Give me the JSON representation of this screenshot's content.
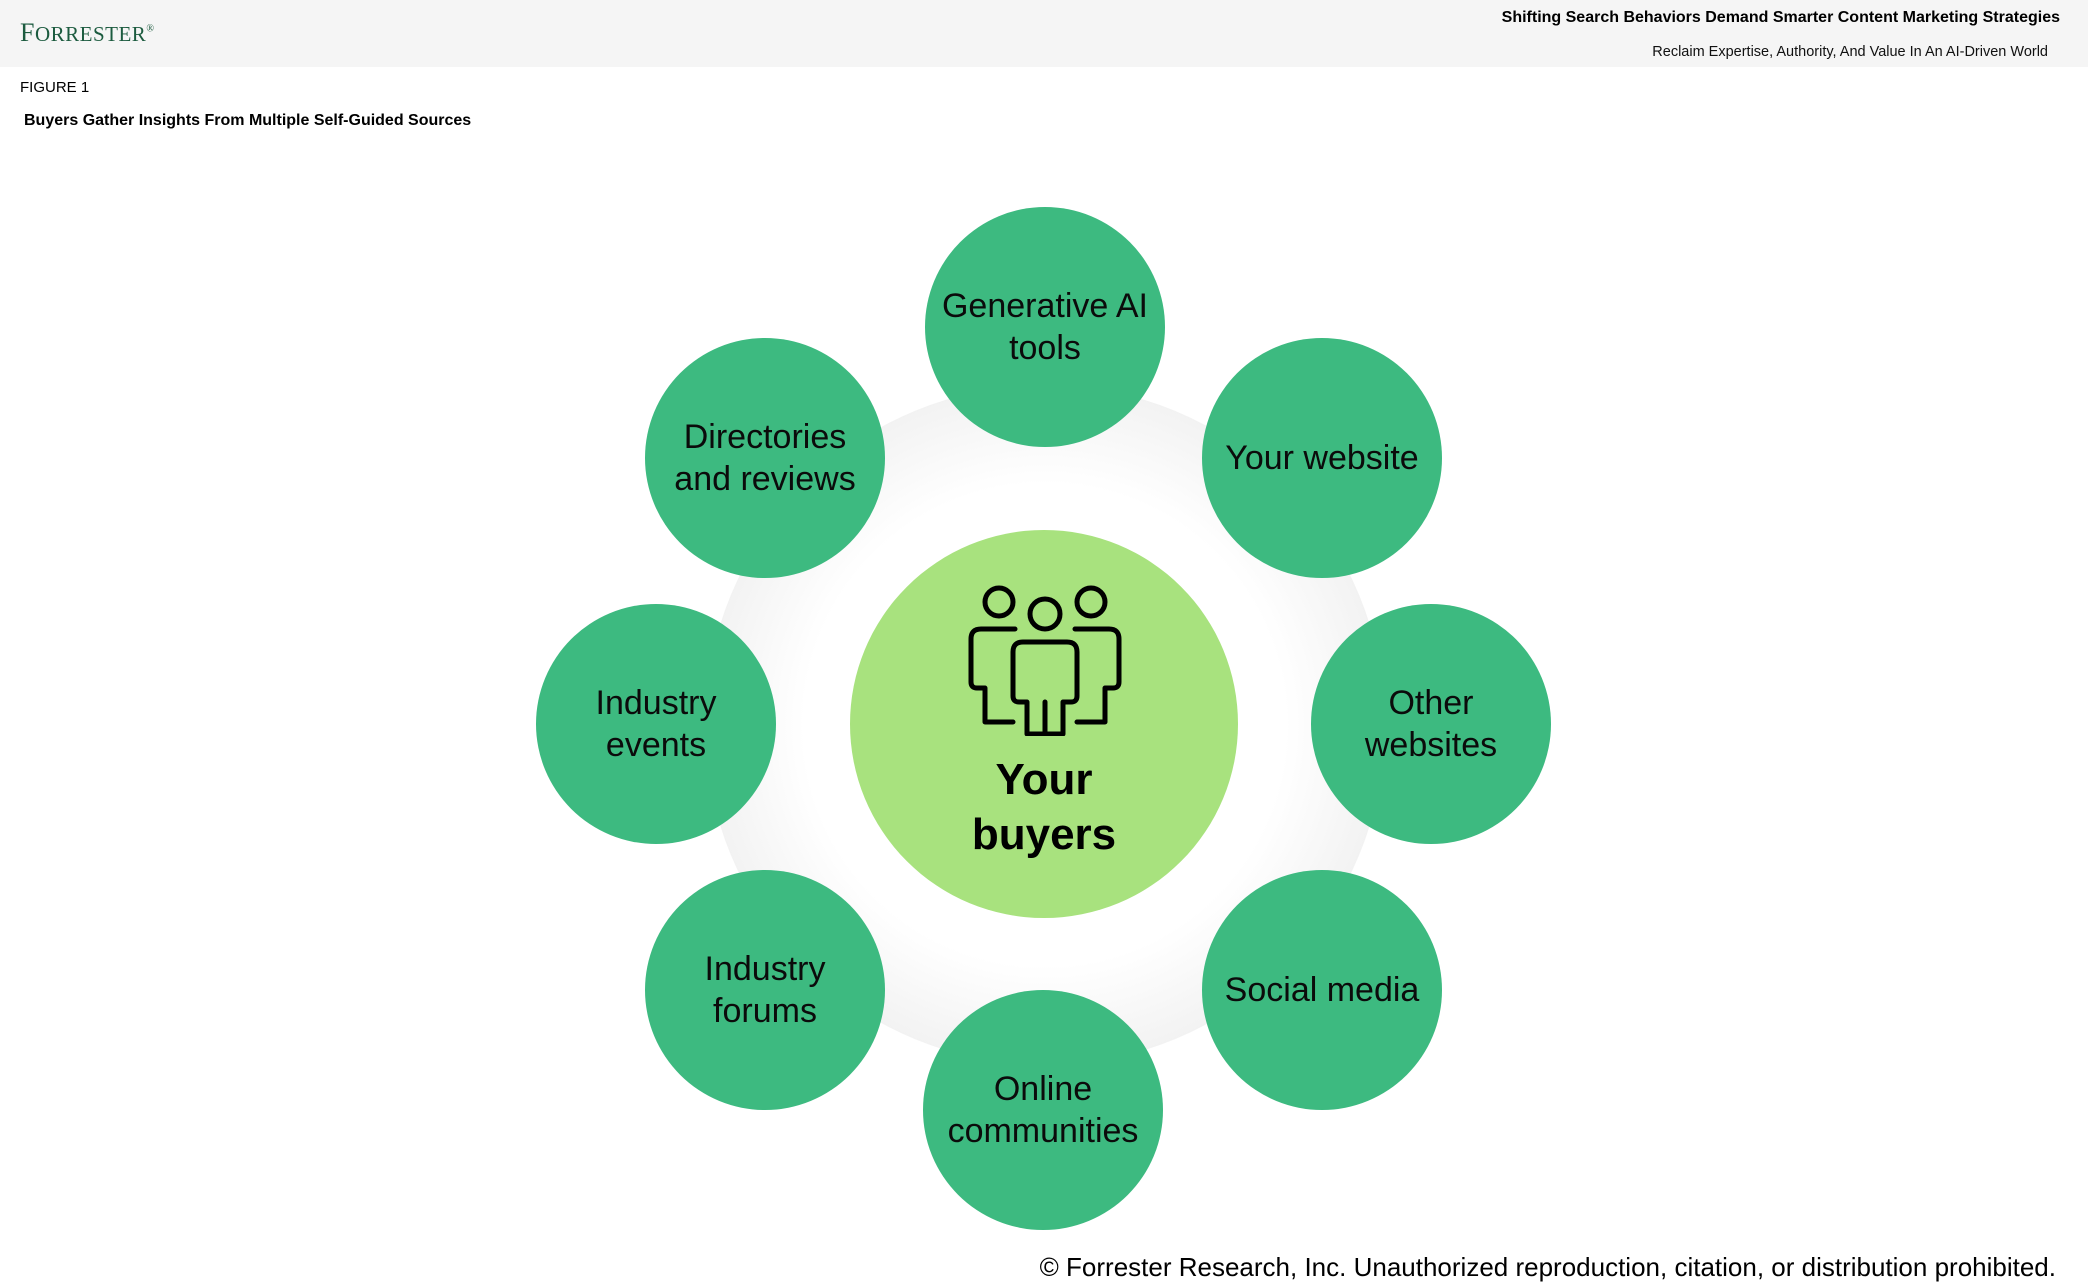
{
  "header": {
    "logo": "Forrester",
    "report_title": "Shifting Search Behaviors Demand Smarter Content Marketing Strategies",
    "report_subtitle": "Reclaim Expertise, Authority, And Value In An AI-Driven World"
  },
  "figure": {
    "label": "FIGURE 1",
    "title": "Buyers Gather Insights From Multiple Self-Guided Sources"
  },
  "diagram": {
    "center": {
      "line1": "Your",
      "line2": "buyers",
      "icon": "people-group-icon"
    },
    "sources": [
      {
        "label": "Generative AI tools"
      },
      {
        "label": "Your website"
      },
      {
        "label": "Other websites"
      },
      {
        "label": "Social media"
      },
      {
        "label": "Online communities"
      },
      {
        "label": "Industry forums"
      },
      {
        "label": "Industry events"
      },
      {
        "label": "Directories and reviews"
      }
    ],
    "colors": {
      "source_fill": "#3dba80",
      "center_fill": "#a8e27e",
      "halo": "#e2e2e2"
    }
  },
  "footer": {
    "copyright": "© Forrester Research, Inc. Unauthorized reproduction, citation, or distribution prohibited."
  }
}
